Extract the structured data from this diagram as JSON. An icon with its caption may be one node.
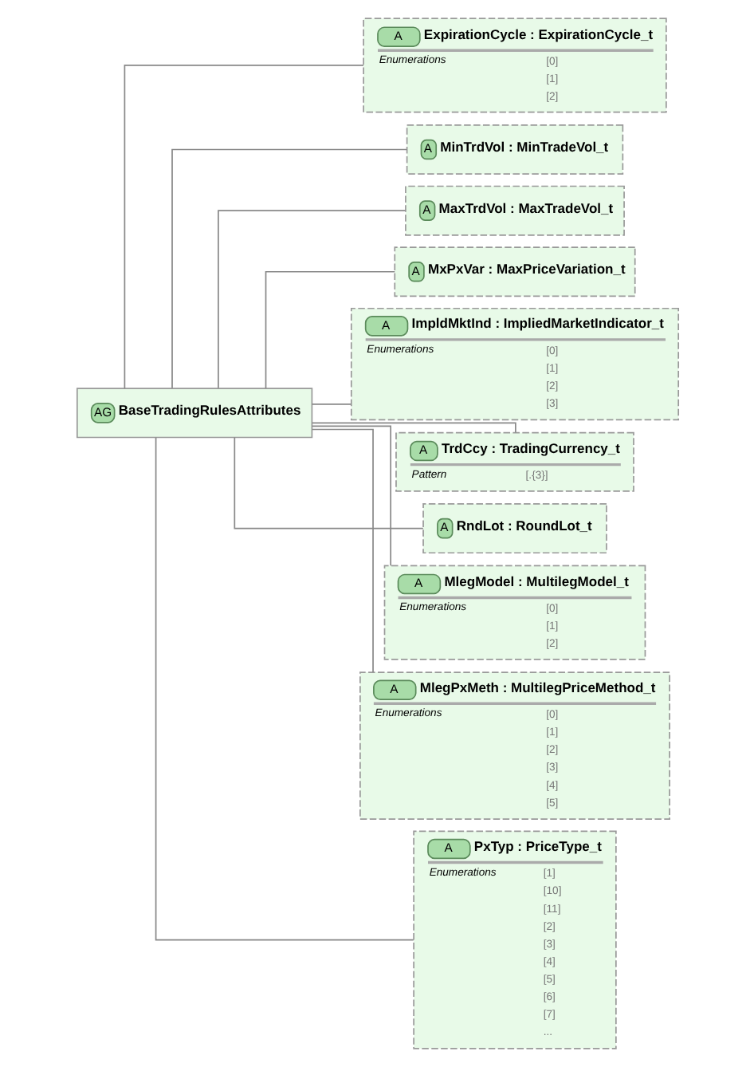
{
  "diagram": {
    "nodes": [
      {
        "text": [
          "AG",
          "BaseTradingRulesAttributes"
        ]
      },
      {
        "text": [
          "A",
          "ExpirationCycle : ExpirationCycle_t",
          "Enumerations",
          "[0]",
          "[1]",
          "[2]"
        ]
      },
      {
        "text": [
          "A",
          "MinTrdVol : MinTradeVol_t"
        ]
      },
      {
        "text": [
          "A",
          "MaxTrdVol : MaxTradeVol_t"
        ]
      },
      {
        "text": [
          "A",
          "MxPxVar : MaxPriceVariation_t"
        ]
      },
      {
        "text": [
          "A",
          "ImpldMktInd : ImpliedMarketIndicator_t",
          "Enumerations",
          "[0]",
          "[1]",
          "[2]",
          "[3]"
        ]
      },
      {
        "text": [
          "A",
          "TrdCcy : TradingCurrency_t",
          "Pattern",
          "[.{3}]"
        ]
      },
      {
        "text": [
          "A",
          "RndLot : RoundLot_t"
        ]
      },
      {
        "text": [
          "A",
          "MlegModel : MultilegModel_t",
          "Enumerations",
          "[0]",
          "[1]",
          "[2]"
        ]
      },
      {
        "text": [
          "A",
          "MlegPxMeth : MultilegPriceMethod_t",
          "Enumerations",
          "[0]",
          "[1]",
          "[2]",
          "[3]",
          "[4]",
          "[5]"
        ]
      },
      {
        "text": [
          "A",
          "PxTyp : PriceType_t",
          "Enumerations",
          "[1]",
          "[10]",
          "[11]",
          "[2]",
          "[3]",
          "[4]",
          "[5]",
          "[6]",
          "[7]",
          "..."
        ]
      }
    ],
    "edges": [
      {
        "from": 0,
        "to": 1,
        "arrow": "none"
      },
      {
        "from": 0,
        "to": 2,
        "arrow": "none"
      },
      {
        "from": 0,
        "to": 3,
        "arrow": "none"
      },
      {
        "from": 0,
        "to": 4,
        "arrow": "none"
      },
      {
        "from": 0,
        "to": 5,
        "arrow": "none"
      },
      {
        "from": 0,
        "to": 6,
        "arrow": "none"
      },
      {
        "from": 0,
        "to": 7,
        "arrow": "none"
      },
      {
        "from": 0,
        "to": 8,
        "arrow": "none"
      },
      {
        "from": 0,
        "to": 9,
        "arrow": "none"
      },
      {
        "from": 0,
        "to": 10,
        "arrow": "none"
      }
    ]
  }
}
